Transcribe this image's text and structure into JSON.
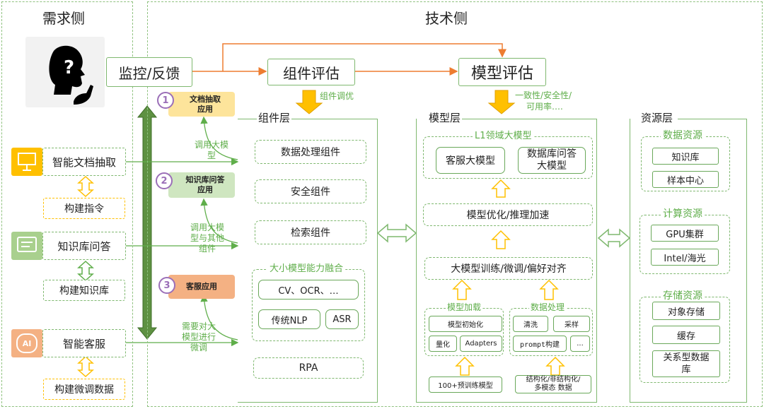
{
  "demand_title": "需求侧",
  "tech_title": "技术侧",
  "top": {
    "monitor": "监控/反馈",
    "component_eval": "组件评估",
    "model_eval": "模型评估",
    "component_tune": "组件调优",
    "model_note_1": "一致性/安全性/",
    "model_note_2": "可用率…."
  },
  "apps": {
    "doc": "文档抽取应用",
    "kb": "知识库问答应用",
    "cs": "客服应用",
    "doc_num": "1",
    "kb_num": "2",
    "cs_num": "3"
  },
  "demand": {
    "doc": "智能文档抽取",
    "build_cmd": "构建指令",
    "kb": "知识库问答",
    "build_kb": "构建知识库",
    "cs": "智能客服",
    "build_ft": "构建微调数据",
    "ai_icon_text": "AI"
  },
  "edges": {
    "e1": [
      "调用大模",
      "型"
    ],
    "e2": [
      "调用大模",
      "型与其他",
      "组件"
    ],
    "e3": [
      "需要对大",
      "模型进行",
      "微调"
    ]
  },
  "component_layer": {
    "title": "组件层",
    "items": [
      "数据处理组件",
      "安全组件",
      "检索组件"
    ],
    "fusion_title": "大小模型能力融合",
    "fusion": {
      "cv": "CV、OCR、…",
      "nlp": "传统NLP",
      "asr": "ASR"
    },
    "rpa": "RPA"
  },
  "model_layer": {
    "title": "模型层",
    "l1_title": "L1领域大模型",
    "l1_a": "客服大模型",
    "l1_b": "数据库问答大模型",
    "opt": "模型优化/推理加速",
    "train": "大模型训练/微调/偏好对齐",
    "load_title": "模型加载",
    "load": {
      "init": "模型初始化",
      "quant": "量化",
      "adapters": "Adapters"
    },
    "proc_title": "数据处理",
    "proc": {
      "clean": "清洗",
      "sample": "采样",
      "prompt": "prompt构建",
      "more": "..."
    },
    "pretrained": "100+预训练模型",
    "data_src": [
      "结构化/非结构化/",
      "多模态  数据"
    ]
  },
  "resource_layer": {
    "title": "资源层",
    "data_title": "数据资源",
    "data": [
      "知识库",
      "样本中心"
    ],
    "compute_title": "计算资源",
    "compute": [
      "GPU集群",
      "Intel/海光"
    ],
    "storage_title": "存储资源",
    "storage": [
      "对象存储",
      "缓存",
      "关系型数据库"
    ]
  },
  "colors": {
    "green_line": "#7fb86f",
    "orange_line": "#ed7d31",
    "yellow": "#ffc000",
    "dark_green": "#548235",
    "app1": "#fde49b",
    "app2": "#cfe6c0",
    "app3": "#f4b183"
  }
}
